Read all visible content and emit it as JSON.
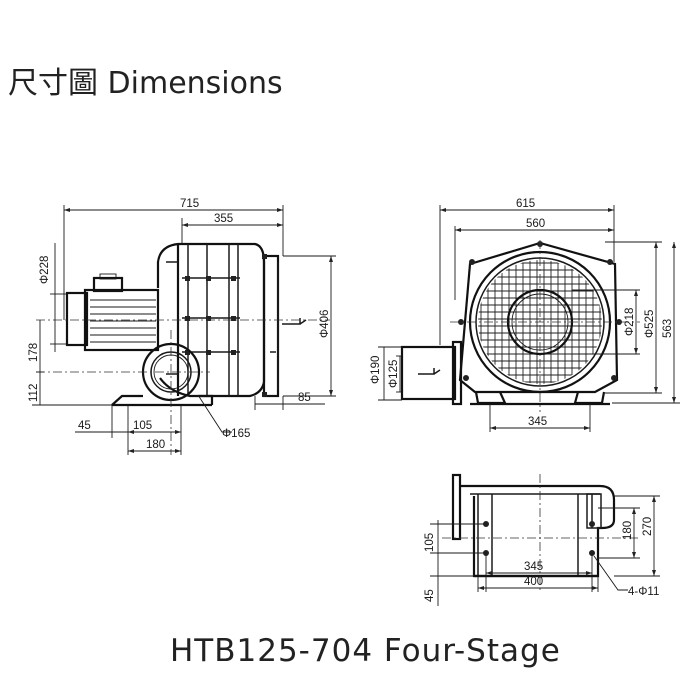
{
  "title": "尺寸圖 Dimensions",
  "model": "HTB125-704  Four-Stage",
  "side_view": {
    "overall_length": "715",
    "blower_length": "355",
    "inlet_dia": "Φ228",
    "outlet_flange_dia": "Φ406",
    "outlet_offset": "85",
    "center_height_motor": "178",
    "center_height_outlet": "112",
    "foot_offset": "45",
    "foot_width": "105",
    "foot_span": "180",
    "outlet_dia": "Φ165"
  },
  "front_view": {
    "overall_width": "615",
    "body_width": "560",
    "inner_dia": "Φ218",
    "outer_dia": "Φ525",
    "overall_height": "563",
    "pipe_dia_outer": "Φ190",
    "pipe_dia_inner": "Φ125",
    "foot_span": "345"
  },
  "base_view": {
    "height_outer": "270",
    "height_inner": "180",
    "left_dim": "105",
    "bottom_dim": "45",
    "hole_span": "345",
    "base_width": "400",
    "holes": "4-Φ11"
  }
}
